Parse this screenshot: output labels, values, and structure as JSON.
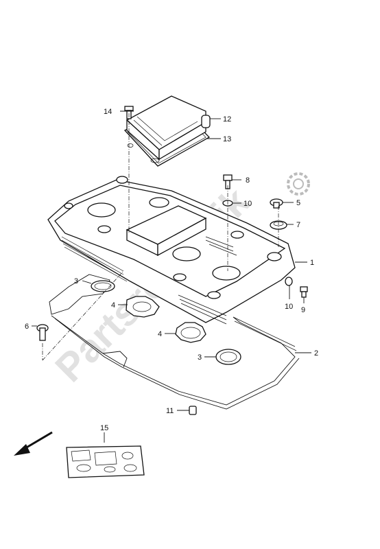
{
  "watermark": "Partsrepublik",
  "callouts": [
    {
      "id": "c1",
      "text": "1"
    },
    {
      "id": "c2",
      "text": "2"
    },
    {
      "id": "c3a",
      "text": "3"
    },
    {
      "id": "c3b",
      "text": "3"
    },
    {
      "id": "c4a",
      "text": "4"
    },
    {
      "id": "c4b",
      "text": "4"
    },
    {
      "id": "c5",
      "text": "5"
    },
    {
      "id": "c6",
      "text": "6"
    },
    {
      "id": "c7",
      "text": "7"
    },
    {
      "id": "c8",
      "text": "8"
    },
    {
      "id": "c9",
      "text": "9"
    },
    {
      "id": "c10a",
      "text": "10"
    },
    {
      "id": "c10b",
      "text": "10"
    },
    {
      "id": "c11",
      "text": "11"
    },
    {
      "id": "c12",
      "text": "12"
    },
    {
      "id": "c13",
      "text": "13"
    },
    {
      "id": "c14",
      "text": "14"
    },
    {
      "id": "c15",
      "text": "15"
    }
  ],
  "icons": {
    "logo": "gear-icon",
    "direction": "arrow-icon"
  }
}
